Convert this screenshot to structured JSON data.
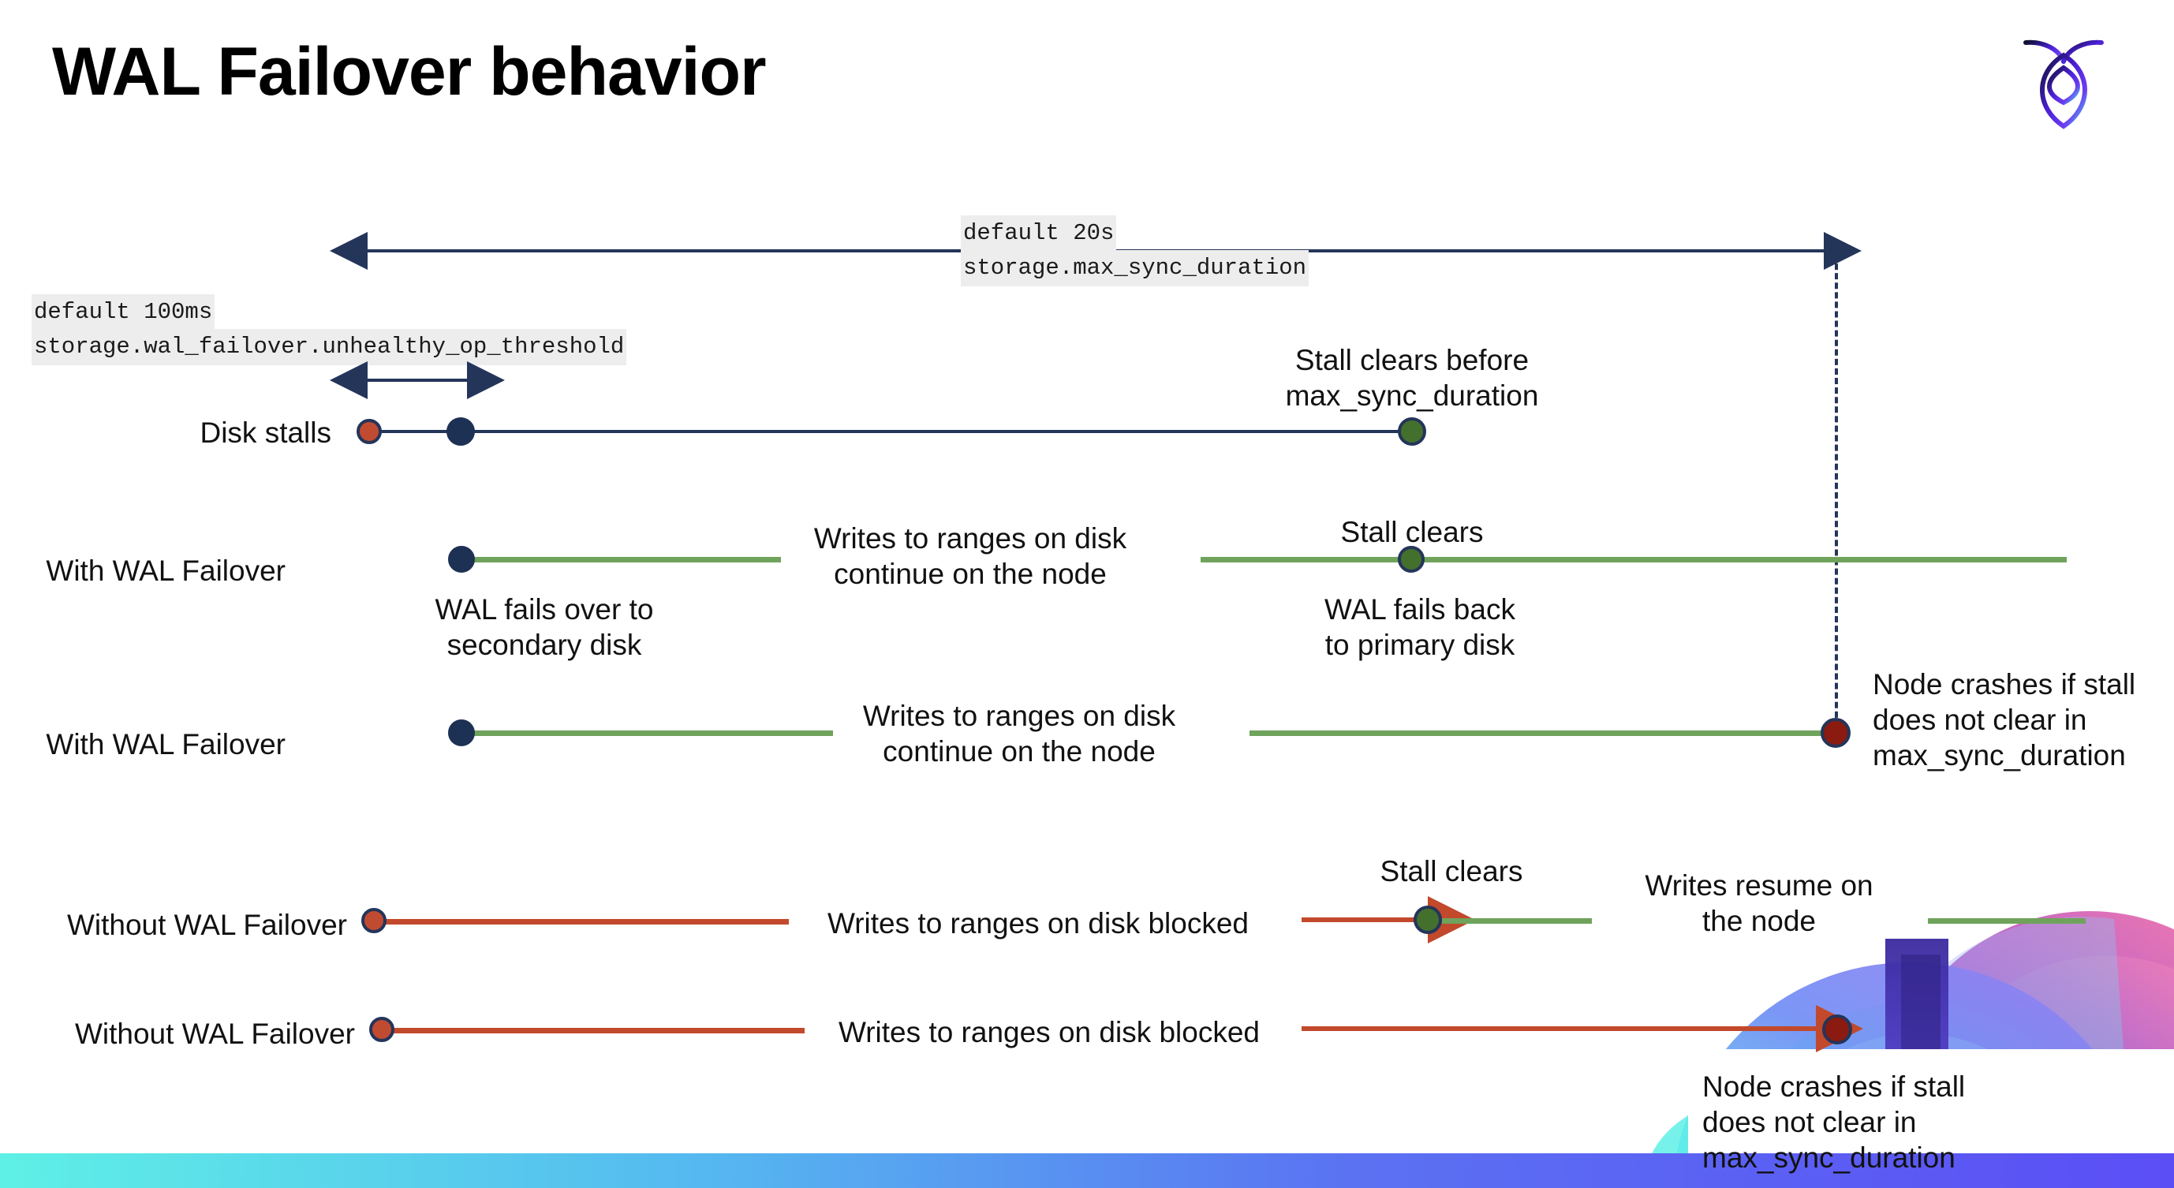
{
  "slide": {
    "title": "WAL Failover behavior",
    "logo_name": "cockroachdb-logo"
  },
  "settings": {
    "max_sync": {
      "default": "default 20s",
      "name": "storage.max_sync_duration"
    },
    "unhealthy_op": {
      "default": "default 100ms",
      "name": "storage.wal_failover.unhealthy_op_threshold"
    }
  },
  "rows": [
    {
      "label": "Disk stalls"
    },
    {
      "label": "With WAL Failover"
    },
    {
      "label": "With WAL Failover"
    },
    {
      "label": "Without WAL Failover"
    },
    {
      "label": "Without WAL Failover"
    }
  ],
  "notes": {
    "stall_clears_before": "Stall clears before\nmax_sync_duration",
    "writes_continue_1": "Writes to ranges on disk\ncontinue on the node",
    "stall_clears_1": "Stall clears",
    "wal_fails_over": "WAL fails over to\nsecondary disk",
    "wal_fails_back": "WAL fails  back\nto primary disk",
    "writes_continue_2": "Writes to ranges on disk\ncontinue on the node",
    "node_crashes_1": "Node crashes if stall\ndoes not clear in\nmax_sync_duration",
    "writes_blocked_1": "Writes to ranges on disk  blocked",
    "stall_clears_2": "Stall clears",
    "writes_resume": "Writes resume on\nthe node",
    "writes_blocked_2": "Writes to ranges on disk  blocked",
    "node_crashes_2": "Node crashes if stall\ndoes not clear in\nmax_sync_duration"
  },
  "colors": {
    "navy": "#24355a",
    "green_line": "#6fa35c",
    "green_dot": "#44702d",
    "orange_line": "#c2492b",
    "orange_dot": "#c14b31",
    "dark_red_dot": "#8b1a10",
    "code_bg": "#ededed",
    "bottom_bar_start": "#5ef0e6",
    "bottom_bar_end": "#5b4ef5"
  }
}
